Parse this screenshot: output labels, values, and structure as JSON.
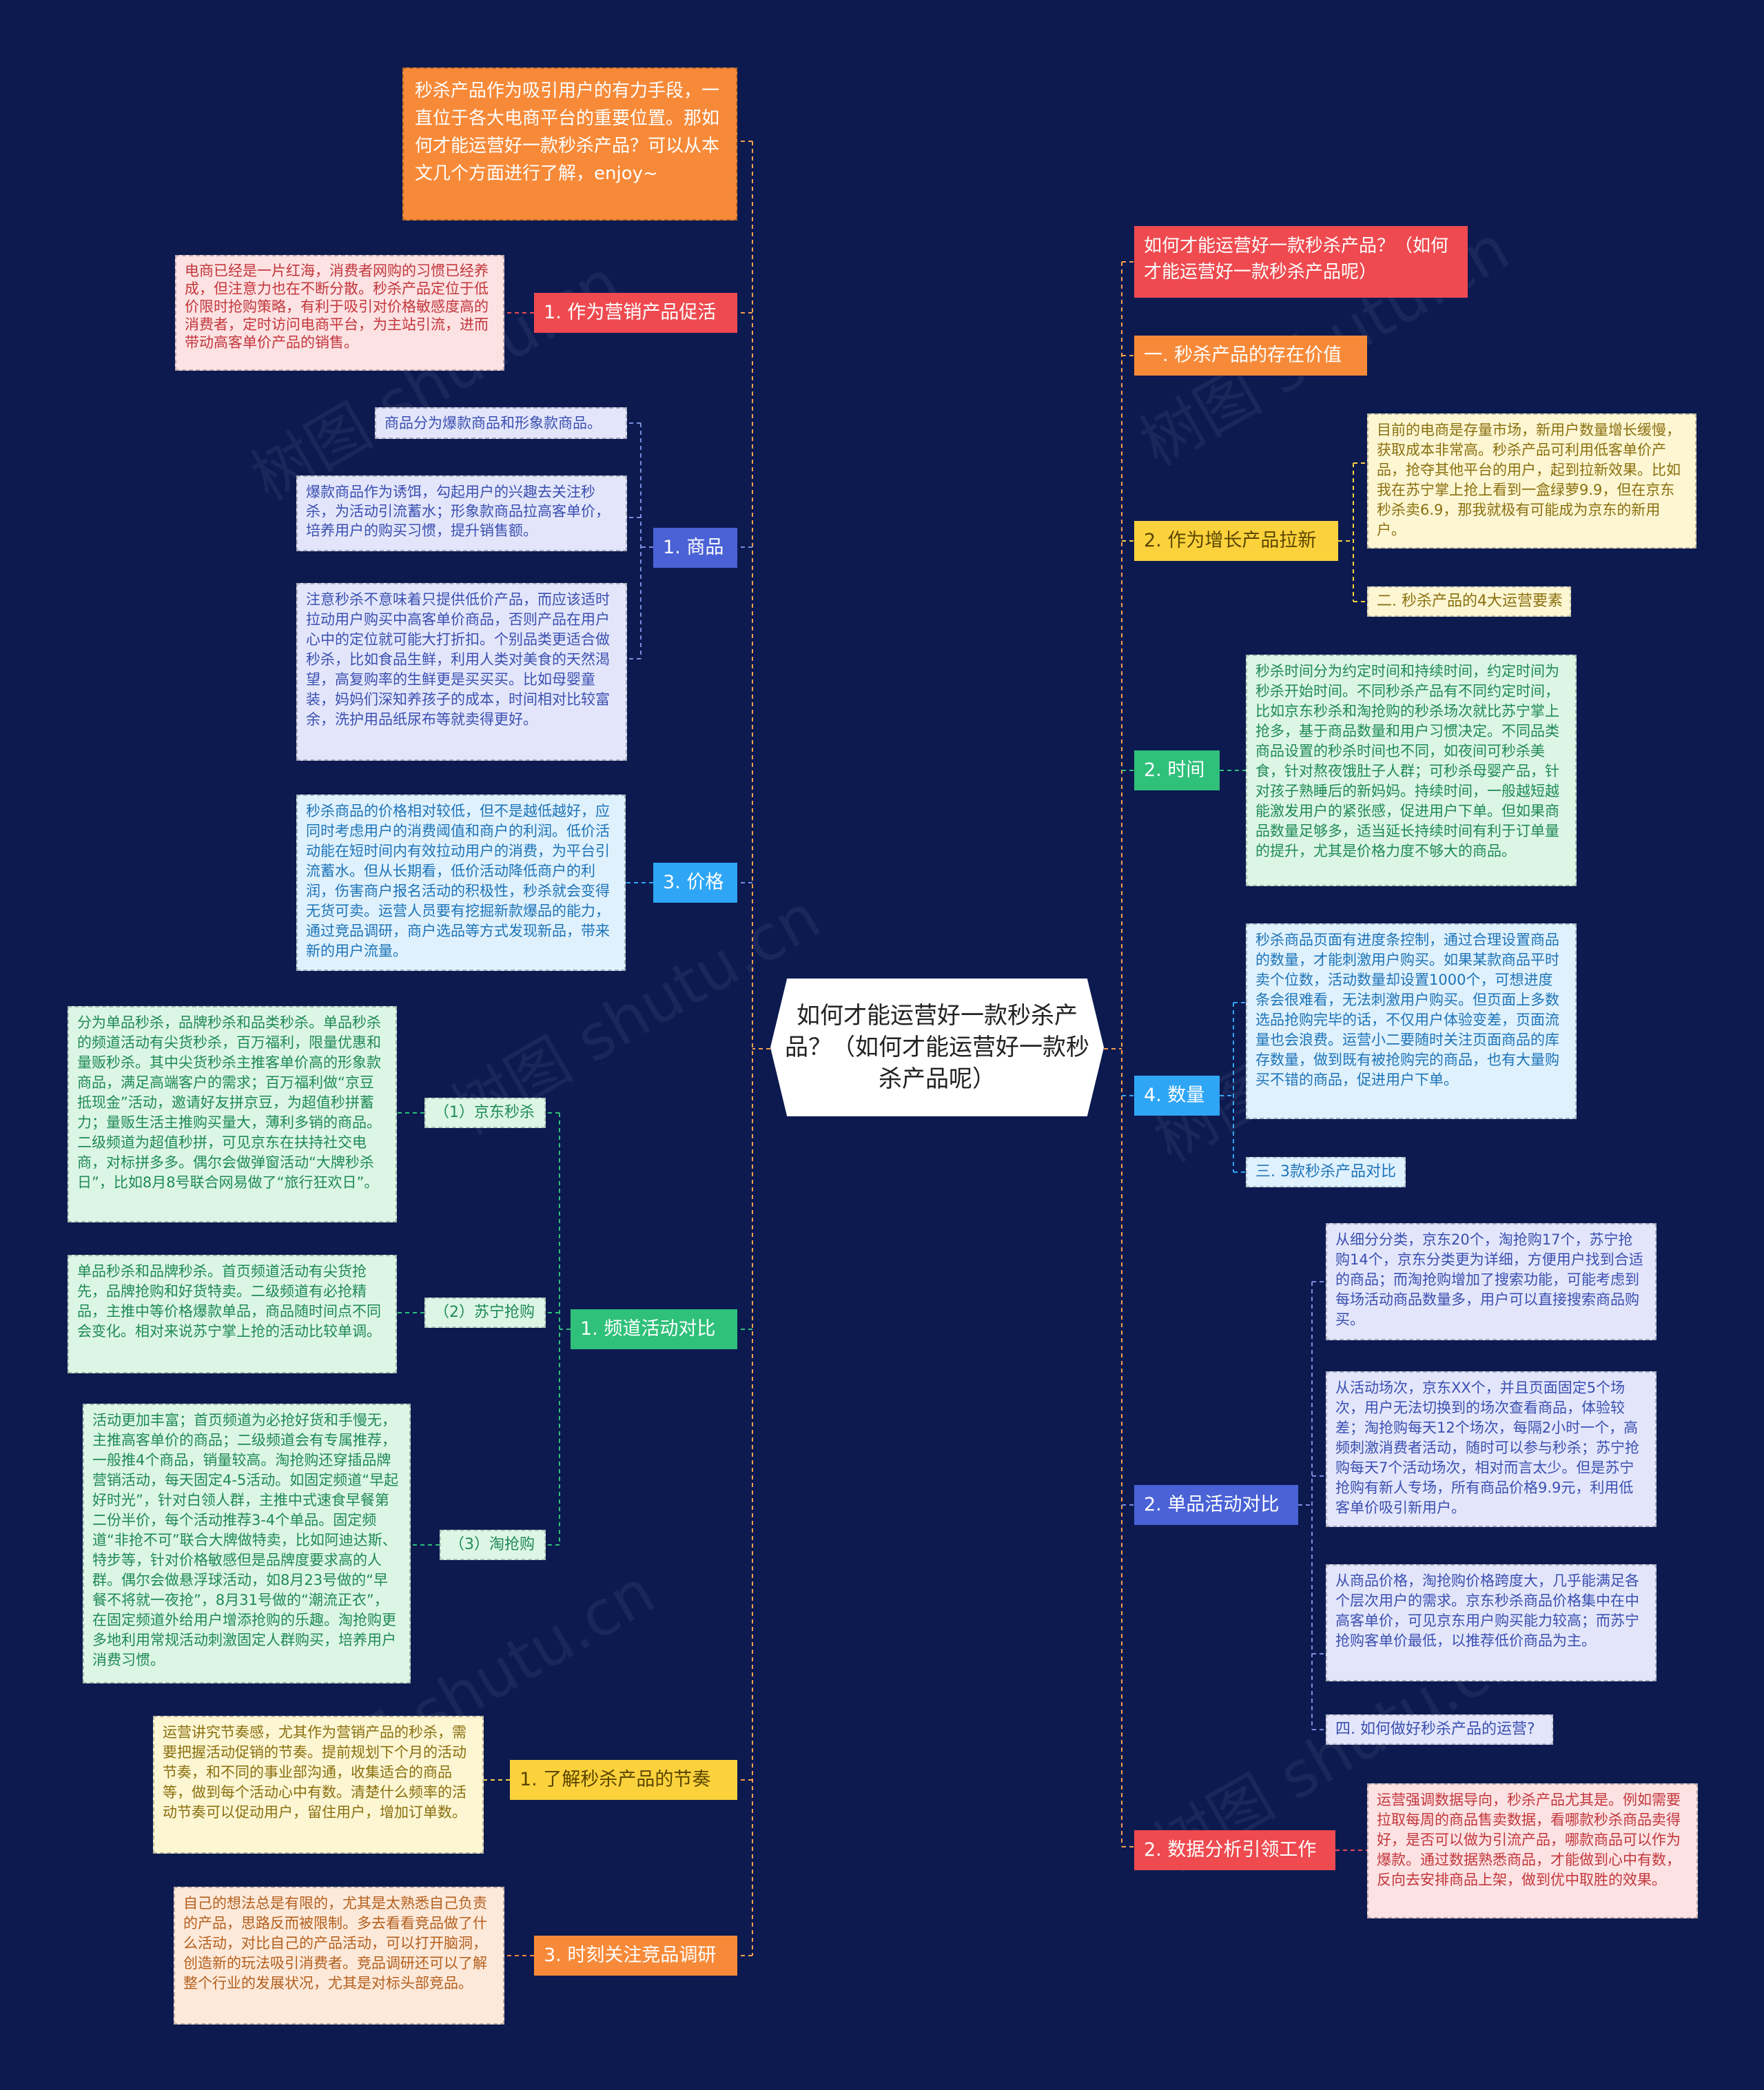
{
  "colors": {
    "background": "#0c1a50",
    "orange": "#f78a39",
    "red": "#ee4a4f",
    "blue": "#4a62d6",
    "cyan": "#2fa6f5",
    "green": "#2fc07a",
    "yellow": "#fcd23c",
    "light_orange": "#fde9d9",
    "light_red": "#fde2e3",
    "light_blue": "#e3e6fb",
    "light_cyan": "#dff1fd",
    "light_green": "#dcf6e6",
    "light_yellow": "#fdf6d2",
    "line": "#f6a04b"
  },
  "center": "如何才能运营好一款秒杀产品？（如何才能运营好一款秒杀产品呢）",
  "left": {
    "intro": "秒杀产品作为吸引用户的有力手段，一直位于各大电商平台的重要位置。那如何才能运营好一款秒杀产品？可以从本文几个方面进行了解，enjoy~",
    "promo": {
      "label": "1. 作为营销产品促活",
      "detail": "电商已经是一片红海，消费者网购的习惯已经养成，但注意力也在不断分散。秒杀产品定位于低价限时抢购策略，有利于吸引对价格敏感度高的消费者，定时访问电商平台，为主站引流，进而带动高客单价产品的销售。"
    },
    "goods": {
      "label": "1. 商品",
      "d1": "商品分为爆款商品和形象款商品。",
      "d2": "爆款商品作为诱饵，勾起用户的兴趣去关注秒杀，为活动引流蓄水；形象款商品拉高客单价，培养用户的购买习惯，提升销售额。",
      "d3": "注意秒杀不意味着只提供低价产品，而应该适时拉动用户购买中高客单价商品，否则产品在用户心中的定位就可能大打折扣。个别品类更适合做秒杀，比如食品生鲜，利用人类对美食的天然渴望，高复购率的生鲜更是买买买。比如母婴童装，妈妈们深知养孩子的成本，时间相对比较富余，洗护用品纸尿布等就卖得更好。"
    },
    "price": {
      "label": "3. 价格",
      "detail": "秒杀商品的价格相对较低，但不是越低越好，应同时考虑用户的消费阈值和商户的利润。低价活动能在短时间内有效拉动用户的消费，为平台引流蓄水。但从长期看，低价活动降低商户的利润，伤害商户报名活动的积极性，秒杀就会变得无货可卖。运营人员要有挖掘新款爆品的能力，通过竞品调研，商户选品等方式发现新品，带来新的用户流量。"
    },
    "channel": {
      "label": "1. 频道活动对比",
      "jd": {
        "label": "（1）京东秒杀",
        "detail": "分为单品秒杀，品牌秒杀和品类秒杀。单品秒杀的频道活动有尖货秒杀，百万福利，限量优惠和量贩秒杀。其中尖货秒杀主推客单价高的形象款商品，满足高端客户的需求；百万福利做“京豆抵现金”活动，邀请好友拼京豆，为超值秒拼蓄力；量贩生活主推购买量大，薄利多销的商品。二级频道为超值秒拼，可见京东在扶持社交电商，对标拼多多。偶尔会做弹窗活动“大牌秒杀日”，比如8月8号联合网易做了“旅行狂欢日”。"
      },
      "sn": {
        "label": "（2）苏宁抢购",
        "detail": "单品秒杀和品牌秒杀。首页频道活动有尖货抢先，品牌抢购和好货特卖。二级频道有必抢精品，主推中等价格爆款单品，商品随时间点不同会变化。相对来说苏宁掌上抢的活动比较单调。"
      },
      "tb": {
        "label": "（3）淘抢购",
        "detail": "活动更加丰富；首页频道为必抢好货和手慢无，主推高客单价的商品；二级频道会有专属推荐，一般推4个商品，销量较高。淘抢购还穿插品牌营销活动，每天固定4-5活动。如固定频道“早起好时光”，针对白领人群，主推中式速食早餐第二份半价，每个活动推荐3-4个单品。固定频道“非抢不可”联合大牌做特卖，比如阿迪达斯、特步等，针对价格敏感但是品牌度要求高的人群。偶尔会做悬浮球活动，如8月23号做的“早餐不将就一夜抢”，8月31号做的“潮流正衣”，在固定频道外给用户增添抢购的乐趣。淘抢购更多地利用常规活动刺激固定人群购买，培养用户消费习惯。"
      }
    },
    "rhythm": {
      "label": "1. 了解秒杀产品的节奏",
      "detail": "运营讲究节奏感，尤其作为营销产品的秒杀，需要把握活动促销的节奏。提前规划下个月的活动节奏，和不同的事业部沟通，收集适合的商品等，做到每个活动心中有数。清楚什么频率的活动节奏可以促动用户，留住用户，增加订单数。"
    },
    "compete": {
      "label": "3. 时刻关注竞品调研",
      "detail": "自己的想法总是有限的，尤其是太熟悉自己负责的产品，思路反而被限制。多去看看竞品做了什么活动，对比自己的产品活动，可以打开脑洞，创造新的玩法吸引消费者。竞品调研还可以了解整个行业的发展状况，尤其是对标头部竞品。"
    }
  },
  "right": {
    "title": "如何才能运营好一款秒杀产品？（如何才能运营好一款秒杀产品呢）",
    "value": "一. 秒杀产品的存在价值",
    "growth": {
      "label": "2. 作为增长产品拉新",
      "detail": "目前的电商是存量市场，新用户数量增长缓慢，获取成本非常高。秒杀产品可利用低客单价产品，抢夺其他平台的用户，起到拉新效果。比如我在苏宁掌上抢上看到一盒绿萝9.9，但在京东秒杀卖6.9，那我就极有可能成为京东的新用户。",
      "sub": "二. 秒杀产品的4大运营要素"
    },
    "time": {
      "label": "2. 时间",
      "detail": "秒杀时间分为约定时间和持续时间，约定时间为秒杀开始时间。不同秒杀产品有不同约定时间，比如京东秒杀和淘抢购的秒杀场次就比苏宁掌上抢多，基于商品数量和用户习惯决定。不同品类商品设置的秒杀时间也不同，如夜间可秒杀美食，针对熬夜饿肚子人群；可秒杀母婴产品，针对孩子熟睡后的新妈妈。持续时间，一般越短越能激发用户的紧张感，促进用户下单。但如果商品数量足够多，适当延长持续时间有利于订单量的提升，尤其是价格力度不够大的商品。"
    },
    "quantity": {
      "label": "4. 数量",
      "detail": "秒杀商品页面有进度条控制，通过合理设置商品的数量，才能刺激用户购买。如果某款商品平时卖个位数，活动数量却设置1000个，可想进度条会很难看，无法刺激用户购买。但页面上多数选品抢购完毕的话，不仅用户体验变差，页面流量也会浪费。运营小二要随时关注页面商品的库存数量，做到既有被抢购完的商品，也有大量购买不错的商品，促进用户下单。",
      "sub": "三. 3款秒杀产品对比"
    },
    "single": {
      "label": "2. 单品活动对比",
      "d1": "从细分分类，京东20个，淘抢购17个，苏宁抢购14个，京东分类更为详细，方便用户找到合适的商品；而淘抢购增加了搜索功能，可能考虑到每场活动商品数量多，用户可以直接搜索商品购买。",
      "d2": "从活动场次，京东XX个，并且页面固定5个场次，用户无法切换到的场次查看商品，体验较差；淘抢购每天12个场次，每隔2小时一个，高频刺激消费者活动，随时可以参与秒杀；苏宁抢购每天7个活动场次，相对而言太少。但是苏宁抢购有新人专场，所有商品价格9.9元，利用低客单价吸引新用户。",
      "d3": "从商品价格，淘抢购价格跨度大，几乎能满足各个层次用户的需求。京东秒杀商品价格集中在中高客单价，可见京东用户购买能力较高；而苏宁抢购客单价最低，以推荐低价商品为主。",
      "sub": "四. 如何做好秒杀产品的运营?"
    },
    "data": {
      "label": "2. 数据分析引领工作",
      "detail": "运营强调数据导向，秒杀产品尤其是。例如需要拉取每周的商品售卖数据，看哪款秒杀商品卖得好，是否可以做为引流产品，哪款商品可以作为爆款。通过数据熟悉商品，才能做到心中有数，反向去安排商品上架，做到优中取胜的效果。"
    }
  }
}
